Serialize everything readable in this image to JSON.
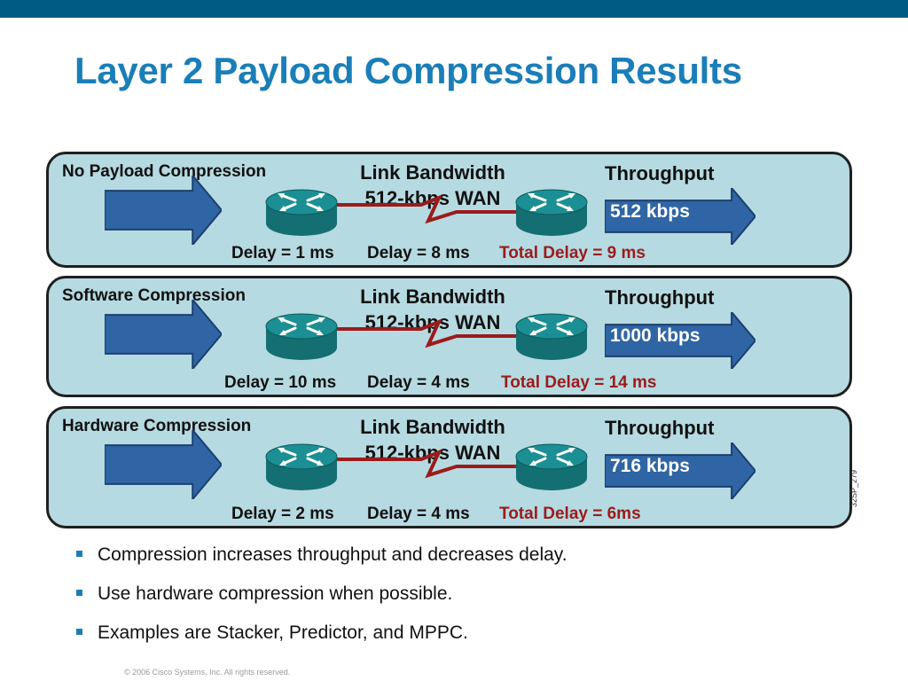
{
  "title": "Layer 2 Payload Compression Results",
  "colors": {
    "top_bar": "#005b84",
    "title": "#1a7eb8",
    "panel_fill": "#b6dae1",
    "arrow_fill": "#2f65a4",
    "router_fill": "#1b8f93",
    "wan_link": "#9b1b1b",
    "total_delay": "#9b1b1b",
    "bullet": "#1a7eb8"
  },
  "panels": [
    {
      "label": "No Payload Compression",
      "bandwidth_line1": "Link Bandwidth",
      "bandwidth_line2": "512-kbps WAN",
      "throughput_label": "Throughput",
      "throughput_value": "512 kbps",
      "delay_router": "Delay = 1 ms",
      "delay_link": "Delay = 8 ms",
      "total_delay": "Total Delay = 9 ms"
    },
    {
      "label": "Software Compression",
      "bandwidth_line1": "Link Bandwidth",
      "bandwidth_line2": "512-kbps WAN",
      "throughput_label": "Throughput",
      "throughput_value": "1000 kbps",
      "delay_router": "Delay = 10 ms",
      "delay_link": "Delay = 4 ms",
      "total_delay": "Total Delay = 14 ms"
    },
    {
      "label": "Hardware Compression",
      "bandwidth_line1": "Link Bandwidth",
      "bandwidth_line2": "512-kbps WAN",
      "throughput_label": "Throughput",
      "throughput_value": "716 kbps",
      "delay_router": "Delay = 2 ms",
      "delay_link": "Delay = 4 ms",
      "total_delay": "Total Delay = 6ms"
    }
  ],
  "figure_code": "32SP_279",
  "bullets": [
    "Compression increases throughput and decreases delay.",
    "Use hardware compression when possible.",
    "Examples are Stacker, Predictor, and MPPC."
  ],
  "copyright": "© 2006 Cisco Systems, Inc. All rights reserved."
}
